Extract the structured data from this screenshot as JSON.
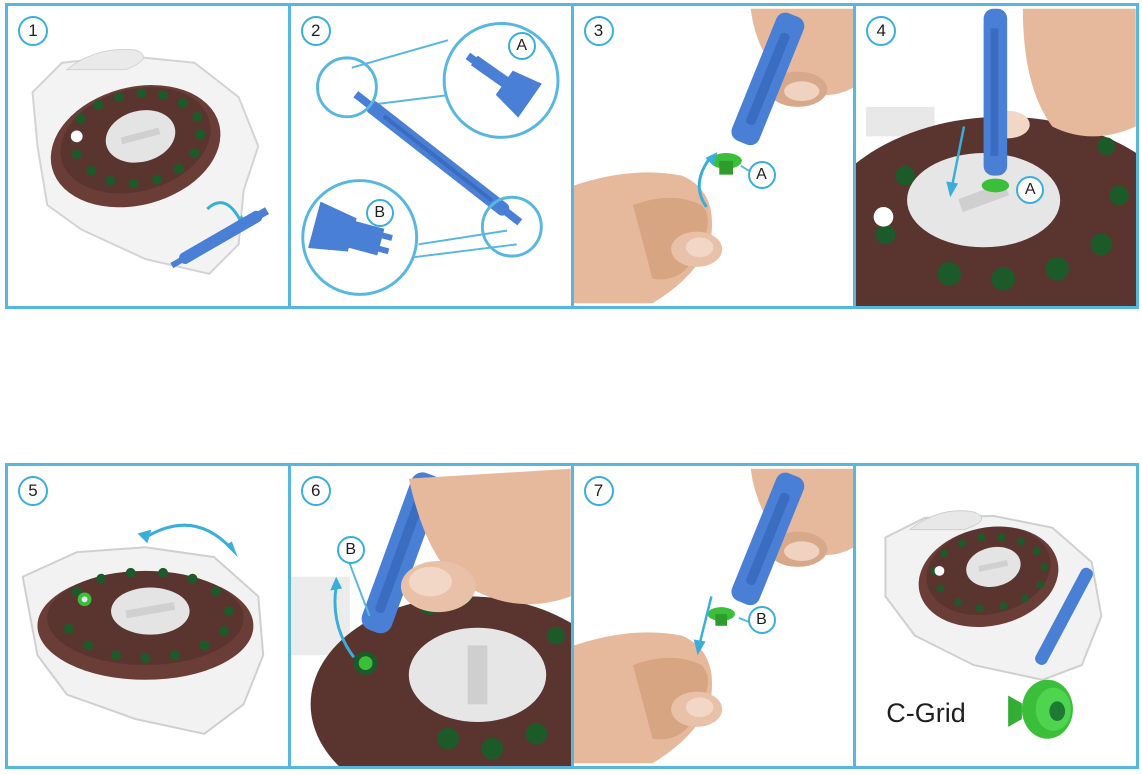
{
  "steps": [
    {
      "number": "1"
    },
    {
      "number": "2",
      "callouts": [
        "A",
        "B"
      ]
    },
    {
      "number": "3",
      "callouts": [
        "A"
      ]
    },
    {
      "number": "4",
      "callouts": [
        "A"
      ]
    },
    {
      "number": "5"
    },
    {
      "number": "6",
      "callouts": [
        "B"
      ]
    },
    {
      "number": "7",
      "callouts": [
        "B"
      ]
    }
  ],
  "final_panel": {
    "label": "C-Grid"
  },
  "colors": {
    "frame": "#58b7de",
    "tool": "#4a7fd6",
    "dispenser": "#5a3530",
    "filter": "#3bbf3b",
    "skin": "#e6b99d"
  }
}
